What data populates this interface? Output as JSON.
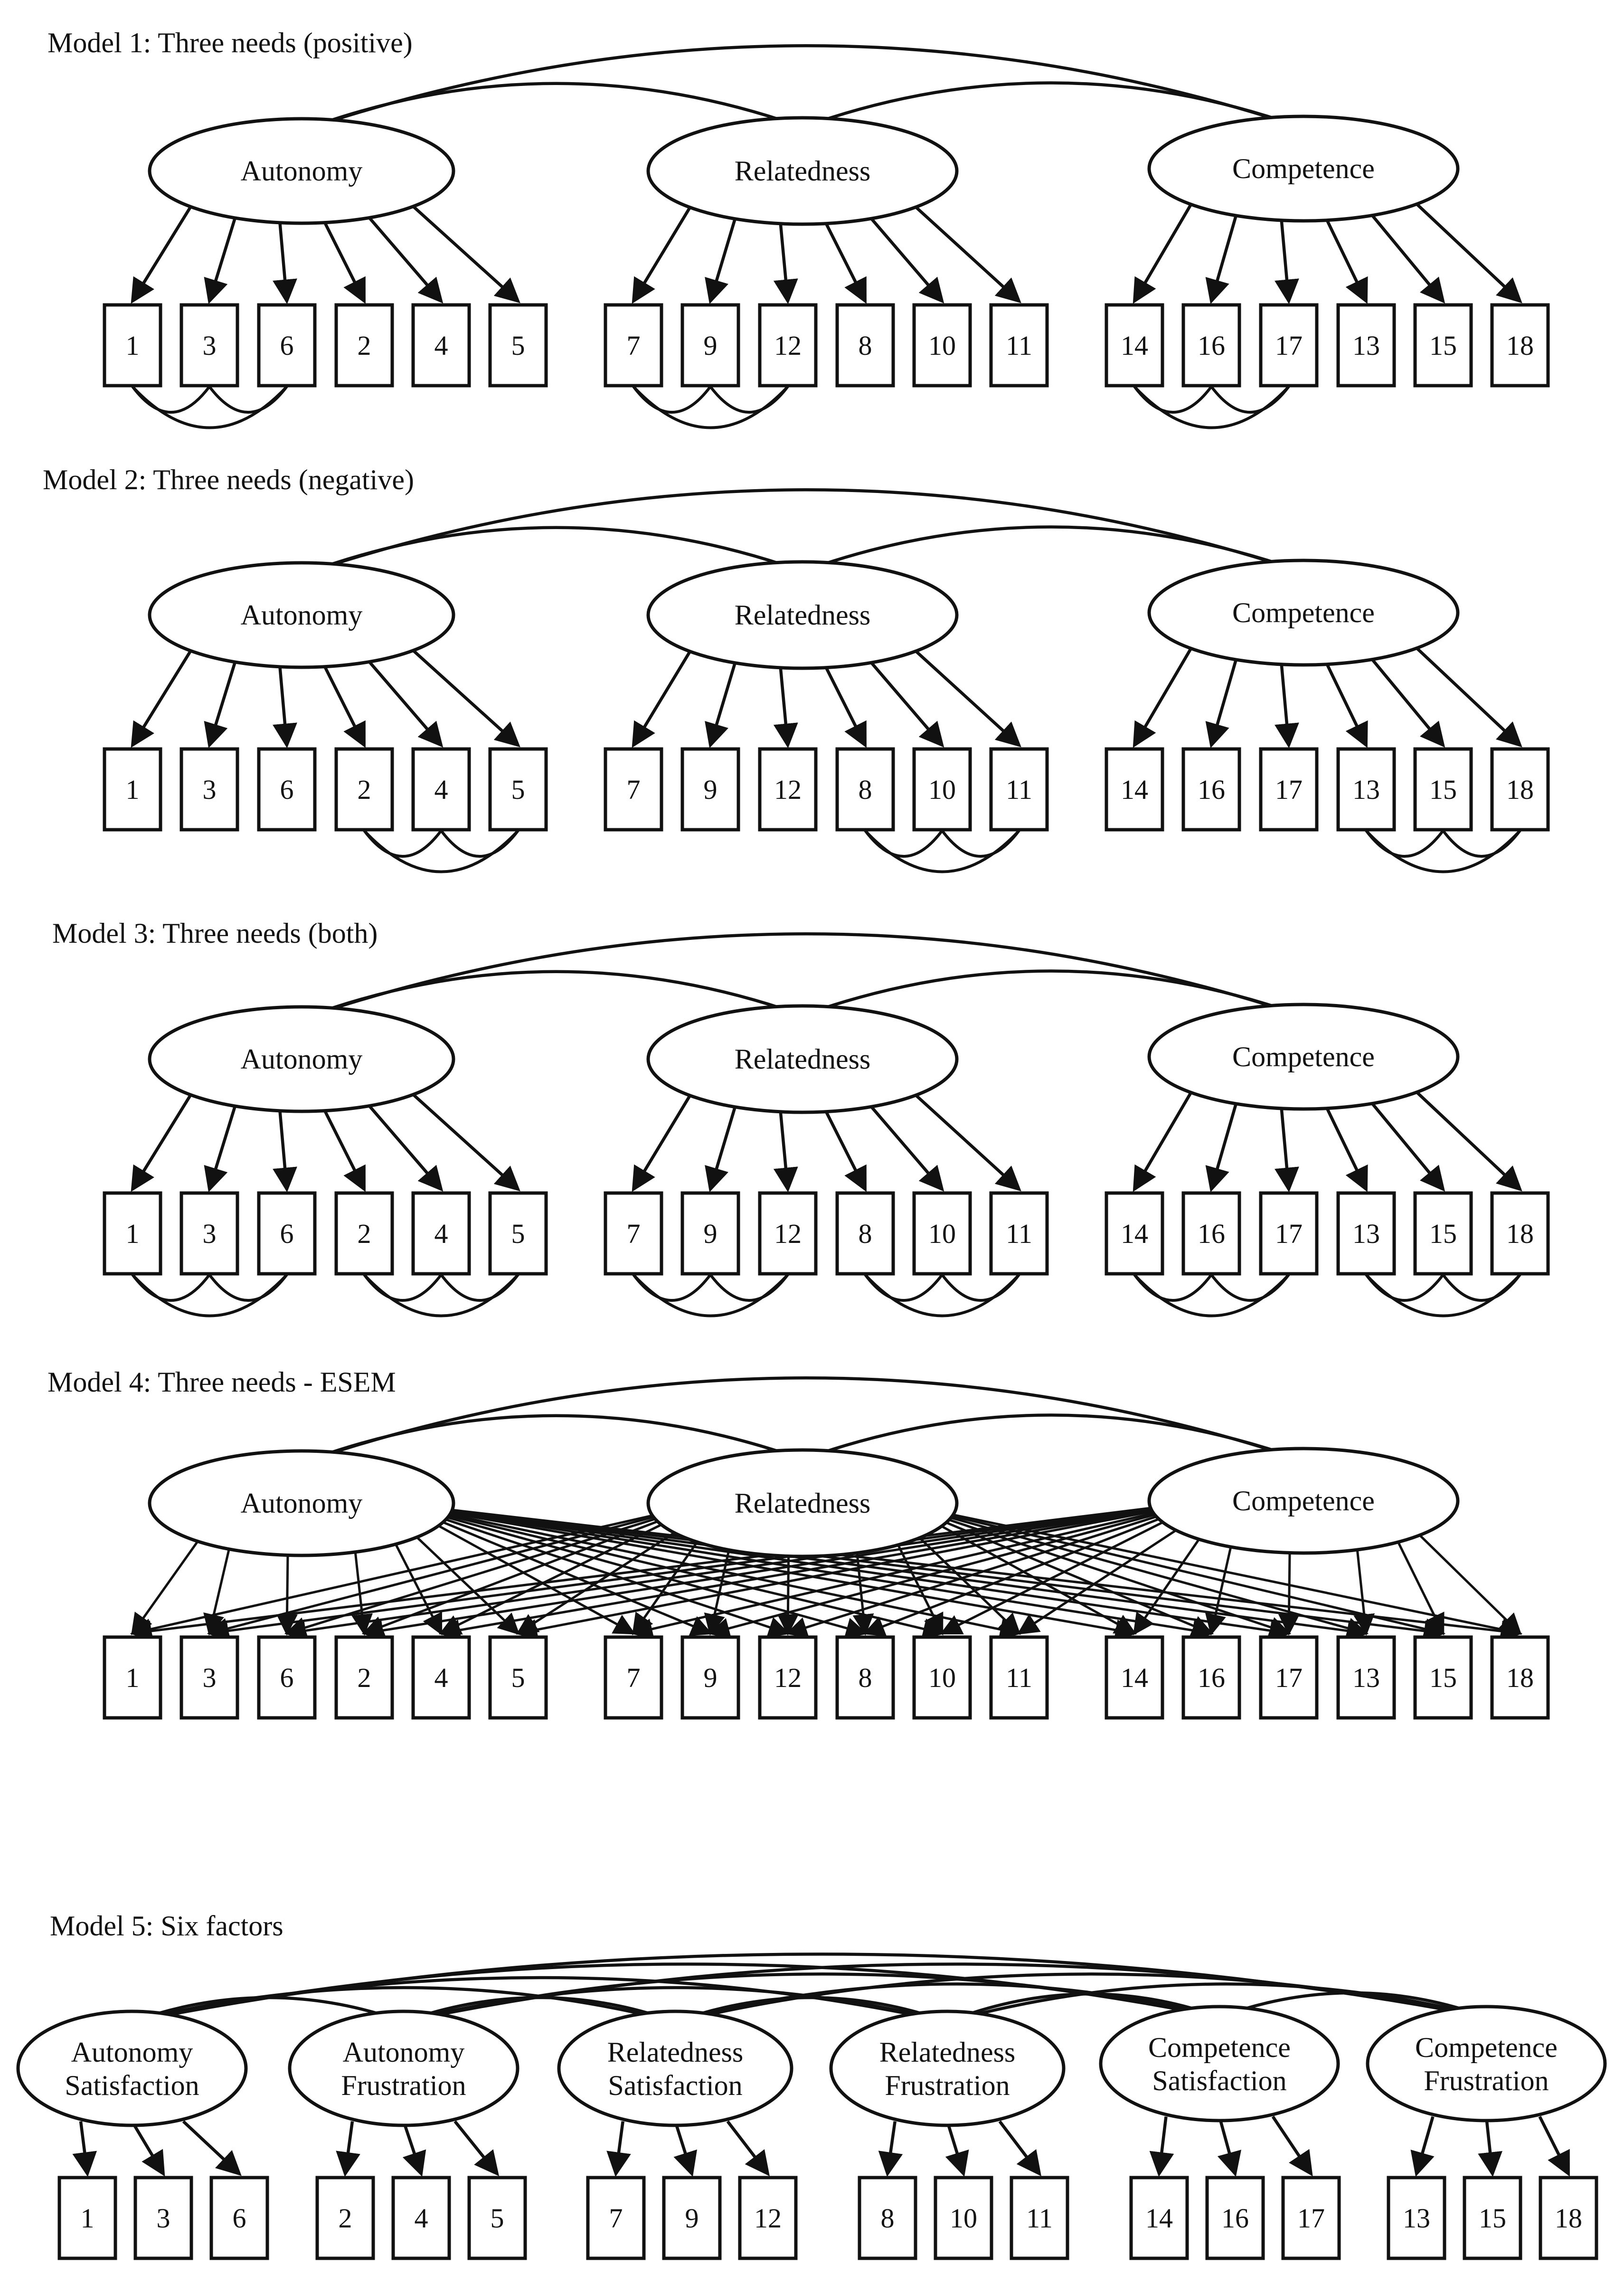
{
  "models": [
    {
      "id": "m1",
      "title": "Model 1: Three needs (positive)",
      "type": "three-cfa",
      "factors": [
        {
          "label_lines": [
            "Autonomy"
          ],
          "items": [
            "1",
            "3",
            "6",
            "2",
            "4",
            "5"
          ]
        },
        {
          "label_lines": [
            "Relatedness"
          ],
          "items": [
            "7",
            "9",
            "12",
            "8",
            "10",
            "11"
          ]
        },
        {
          "label_lines": [
            "Competence"
          ],
          "items": [
            "14",
            "16",
            "17",
            "13",
            "15",
            "18"
          ]
        }
      ],
      "residual_correlations": "first-three"
    },
    {
      "id": "m2",
      "title": "Model 2: Three needs (negative)",
      "type": "three-cfa",
      "factors": [
        {
          "label_lines": [
            "Autonomy"
          ],
          "items": [
            "1",
            "3",
            "6",
            "2",
            "4",
            "5"
          ]
        },
        {
          "label_lines": [
            "Relatedness"
          ],
          "items": [
            "7",
            "9",
            "12",
            "8",
            "10",
            "11"
          ]
        },
        {
          "label_lines": [
            "Competence"
          ],
          "items": [
            "14",
            "16",
            "17",
            "13",
            "15",
            "18"
          ]
        }
      ],
      "residual_correlations": "last-three"
    },
    {
      "id": "m3",
      "title": "Model 3: Three needs (both)",
      "type": "three-cfa",
      "factors": [
        {
          "label_lines": [
            "Autonomy"
          ],
          "items": [
            "1",
            "3",
            "6",
            "2",
            "4",
            "5"
          ]
        },
        {
          "label_lines": [
            "Relatedness"
          ],
          "items": [
            "7",
            "9",
            "12",
            "8",
            "10",
            "11"
          ]
        },
        {
          "label_lines": [
            "Competence"
          ],
          "items": [
            "14",
            "16",
            "17",
            "13",
            "15",
            "18"
          ]
        }
      ],
      "residual_correlations": "both"
    },
    {
      "id": "m4",
      "title": "Model 4: Three needs - ESEM",
      "type": "three-esem",
      "factors": [
        {
          "label_lines": [
            "Autonomy"
          ],
          "items": [
            "1",
            "3",
            "6",
            "2",
            "4",
            "5"
          ]
        },
        {
          "label_lines": [
            "Relatedness"
          ],
          "items": [
            "7",
            "9",
            "12",
            "8",
            "10",
            "11"
          ]
        },
        {
          "label_lines": [
            "Competence"
          ],
          "items": [
            "14",
            "16",
            "17",
            "13",
            "15",
            "18"
          ]
        }
      ],
      "residual_correlations": "none"
    },
    {
      "id": "m5",
      "title": "Model 5: Six factors",
      "type": "six-cfa",
      "factors": [
        {
          "label_lines": [
            "Autonomy",
            "Satisfaction"
          ],
          "items": [
            "1",
            "3",
            "6"
          ]
        },
        {
          "label_lines": [
            "Autonomy",
            "Frustration"
          ],
          "items": [
            "2",
            "4",
            "5"
          ]
        },
        {
          "label_lines": [
            "Relatedness",
            "Satisfaction"
          ],
          "items": [
            "7",
            "9",
            "12"
          ]
        },
        {
          "label_lines": [
            "Relatedness",
            "Frustration"
          ],
          "items": [
            "8",
            "10",
            "11"
          ]
        },
        {
          "label_lines": [
            "Competence",
            "Satisfaction"
          ],
          "items": [
            "14",
            "16",
            "17"
          ]
        },
        {
          "label_lines": [
            "Competence",
            "Frustration"
          ],
          "items": [
            "13",
            "15",
            "18"
          ]
        }
      ],
      "residual_correlations": "none"
    }
  ]
}
